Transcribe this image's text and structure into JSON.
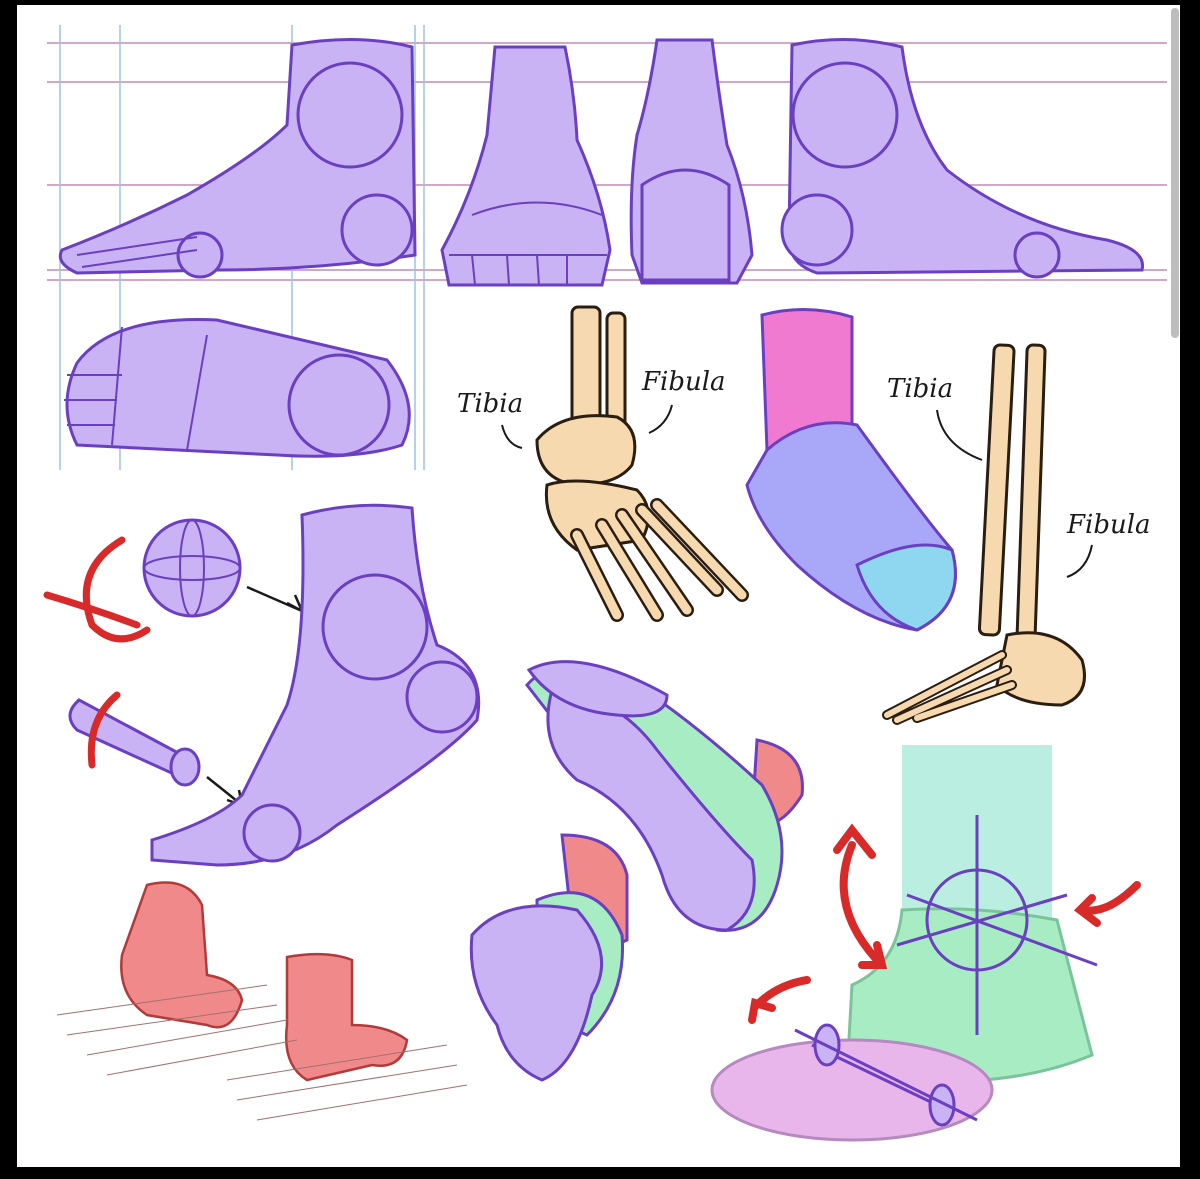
{
  "sheet": {
    "title": "",
    "labels": {
      "tibia_left": "Tibia",
      "fibula_left": "Fibula",
      "tibia_right": "Tibia",
      "fibula_right": "Fibula"
    }
  },
  "colors": {
    "background": "#ffffff",
    "frame": "#000000",
    "foot_fill": "#c9b3f5",
    "foot_stroke": "#6b3fc1",
    "guide_pink": "#c58ab8",
    "guide_blue": "#9fc3e0",
    "bone_fill": "#f7d9b0",
    "bone_stroke": "#2b1d10",
    "sock_pink": "#f07ad0",
    "sock_blue": "#8d9bf5",
    "toe_cyan": "#8fd6f0",
    "arrow_red": "#d92a2a",
    "box_red": "#f08a8a",
    "ankle_green": "#a8ecc4",
    "ankle_teal": "#b9eee0",
    "sole_pink": "#e9b6ec"
  },
  "icons": [
    "rotate-arrow-icon",
    "double-arrow-icon",
    "pointer-arrow-icon"
  ]
}
